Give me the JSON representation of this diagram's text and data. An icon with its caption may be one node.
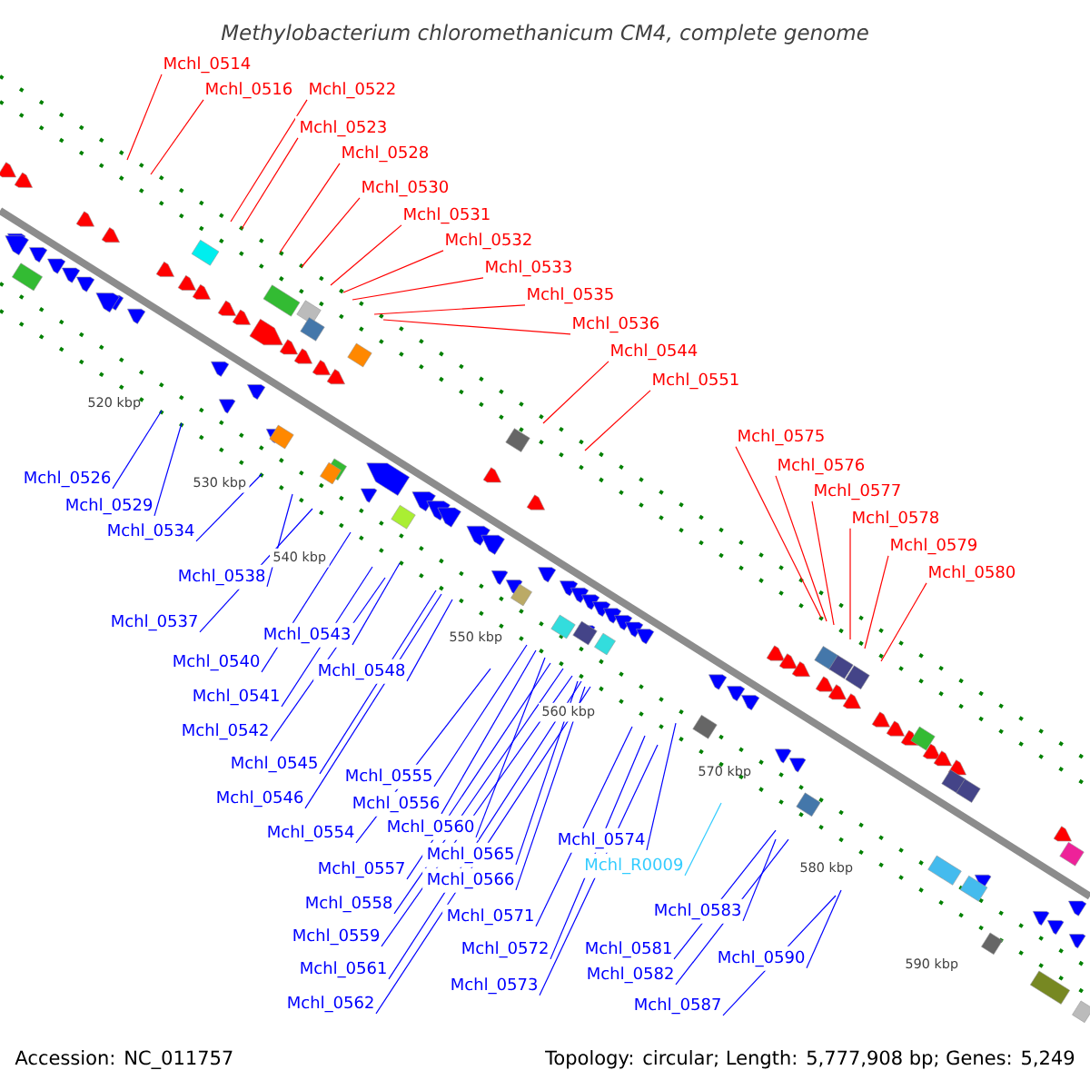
{
  "diagram": {
    "title": "*Methylobacterium chloromethanicum* CM4, complete genome",
    "nodes": [
      {
        "text": [
          "Mchl_0514"
        ]
      },
      {
        "text": [
          "Mchl_0516"
        ]
      },
      {
        "text": [
          "Mchl_0522"
        ]
      },
      {
        "text": [
          "Mchl_0523"
        ]
      },
      {
        "text": [
          "Mchl_0528"
        ]
      },
      {
        "text": [
          "Mchl_0530"
        ]
      },
      {
        "text": [
          "Mchl_0531"
        ]
      },
      {
        "text": [
          "Mchl_0532"
        ]
      },
      {
        "text": [
          "Mchl_0533"
        ]
      },
      {
        "text": [
          "Mchl_0535"
        ]
      },
      {
        "text": [
          "Mchl_0536"
        ]
      },
      {
        "text": [
          "Mchl_0544"
        ]
      },
      {
        "text": [
          "Mchl_0551"
        ]
      },
      {
        "text": [
          "Mchl_0575"
        ]
      },
      {
        "text": [
          "Mchl_0576"
        ]
      },
      {
        "text": [
          "Mchl_0577"
        ]
      },
      {
        "text": [
          "Mchl_0578"
        ]
      },
      {
        "text": [
          "Mchl_0579"
        ]
      },
      {
        "text": [
          "Mchl_0580"
        ]
      },
      {
        "text": [
          "Mchl_0526"
        ]
      },
      {
        "text": [
          "Mchl_0529"
        ]
      },
      {
        "text": [
          "Mchl_0534"
        ]
      },
      {
        "text": [
          "Mchl_0538"
        ]
      },
      {
        "text": [
          "Mchl_0537"
        ]
      },
      {
        "text": [
          "Mchl_0540"
        ]
      },
      {
        "text": [
          "Mchl_0543"
        ]
      },
      {
        "text": [
          "Mchl_0541"
        ]
      },
      {
        "text": [
          "Mchl_0548"
        ]
      },
      {
        "text": [
          "Mchl_0542"
        ]
      },
      {
        "text": [
          "Mchl_0545"
        ]
      },
      {
        "text": [
          "Mchl_0546"
        ]
      },
      {
        "text": [
          "Mchl_0555"
        ]
      },
      {
        "text": [
          "Mchl_0556"
        ]
      },
      {
        "text": [
          "Mchl_0554"
        ]
      },
      {
        "text": [
          "Mchl_0560"
        ]
      },
      {
        "text": [
          "Mchl_0557"
        ]
      },
      {
        "text": [
          "Mchl_0565"
        ]
      },
      {
        "text": [
          "Mchl_0566"
        ]
      },
      {
        "text": [
          "Mchl_0558"
        ]
      },
      {
        "text": [
          "Mchl_0571"
        ]
      },
      {
        "text": [
          "Mchl_0559"
        ]
      },
      {
        "text": [
          "Mchl_0572"
        ]
      },
      {
        "text": [
          "Mchl_0561"
        ]
      },
      {
        "text": [
          "Mchl_0573"
        ]
      },
      {
        "text": [
          "Mchl_0562"
        ]
      },
      {
        "text": [
          "Mchl_0574"
        ]
      },
      {
        "text": [
          "Mchl_R0009"
        ]
      },
      {
        "text": [
          "Mchl_0583"
        ]
      },
      {
        "text": [
          "Mchl_0581"
        ]
      },
      {
        "text": [
          "Mchl_0582"
        ]
      },
      {
        "text": [
          "Mchl_0590"
        ]
      },
      {
        "text": [
          "Mchl_0587"
        ]
      }
    ],
    "edges": [
      {
        "from": 0,
        "to": null,
        "arrow": "none",
        "color": "#ff0000"
      },
      {
        "from": 1,
        "to": null,
        "arrow": "none",
        "color": "#ff0000"
      },
      {
        "from": 2,
        "to": null,
        "arrow": "none",
        "color": "#ff0000"
      },
      {
        "from": 3,
        "to": null,
        "arrow": "none",
        "color": "#ff0000"
      },
      {
        "from": 4,
        "to": null,
        "arrow": "none",
        "color": "#ff0000"
      },
      {
        "from": 5,
        "to": null,
        "arrow": "none",
        "color": "#ff0000"
      },
      {
        "from": 6,
        "to": null,
        "arrow": "none",
        "color": "#ff0000"
      },
      {
        "from": 7,
        "to": null,
        "arrow": "none",
        "color": "#ff0000"
      },
      {
        "from": 8,
        "to": null,
        "arrow": "none",
        "color": "#ff0000"
      },
      {
        "from": 9,
        "to": null,
        "arrow": "none",
        "color": "#ff0000"
      },
      {
        "from": 10,
        "to": null,
        "arrow": "none",
        "color": "#ff0000"
      },
      {
        "from": 11,
        "to": null,
        "arrow": "none",
        "color": "#ff0000"
      },
      {
        "from": 12,
        "to": null,
        "arrow": "none",
        "color": "#ff0000"
      },
      {
        "from": 13,
        "to": null,
        "arrow": "none",
        "color": "#ff0000"
      },
      {
        "from": 14,
        "to": null,
        "arrow": "none",
        "color": "#ff0000"
      },
      {
        "from": 15,
        "to": null,
        "arrow": "none",
        "color": "#ff0000"
      },
      {
        "from": 16,
        "to": null,
        "arrow": "none",
        "color": "#ff0000"
      },
      {
        "from": 17,
        "to": null,
        "arrow": "none",
        "color": "#ff0000"
      },
      {
        "from": 18,
        "to": null,
        "arrow": "none",
        "color": "#ff0000"
      },
      {
        "from": 19,
        "to": null,
        "arrow": "none"
      },
      {
        "from": 20,
        "to": null,
        "arrow": "none"
      },
      {
        "from": 21,
        "to": null,
        "arrow": "none"
      },
      {
        "from": 22,
        "to": null,
        "arrow": "none"
      },
      {
        "from": 23,
        "to": null,
        "arrow": "none"
      },
      {
        "from": 24,
        "to": null,
        "arrow": "none"
      },
      {
        "from": 25,
        "to": null,
        "arrow": "none"
      },
      {
        "from": 26,
        "to": null,
        "arrow": "none"
      },
      {
        "from": 27,
        "to": null,
        "arrow": "none"
      },
      {
        "from": 28,
        "to": null,
        "arrow": "none"
      },
      {
        "from": 29,
        "to": null,
        "arrow": "none"
      },
      {
        "from": 30,
        "to": null,
        "arrow": "none"
      },
      {
        "from": 31,
        "to": null,
        "arrow": "none"
      },
      {
        "from": 32,
        "to": null,
        "arrow": "none"
      },
      {
        "from": 33,
        "to": null,
        "arrow": "none"
      },
      {
        "from": 34,
        "to": null,
        "arrow": "none"
      },
      {
        "from": 35,
        "to": null,
        "arrow": "none"
      },
      {
        "from": 36,
        "to": null,
        "arrow": "none"
      },
      {
        "from": 37,
        "to": null,
        "arrow": "none"
      },
      {
        "from": 38,
        "to": null,
        "arrow": "none"
      },
      {
        "from": 39,
        "to": null,
        "arrow": "none"
      },
      {
        "from": 40,
        "to": null,
        "arrow": "none"
      },
      {
        "from": 41,
        "to": null,
        "arrow": "none"
      },
      {
        "from": 42,
        "to": null,
        "arrow": "none"
      },
      {
        "from": 43,
        "to": null,
        "arrow": "none"
      },
      {
        "from": 44,
        "to": null,
        "arrow": "none"
      },
      {
        "from": 45,
        "to": null,
        "arrow": "none"
      },
      {
        "from": 46,
        "to": null,
        "arrow": "none",
        "color": "#33ccff"
      },
      {
        "from": 47,
        "to": null,
        "arrow": "none"
      },
      {
        "from": 48,
        "to": null,
        "arrow": "none"
      },
      {
        "from": 49,
        "to": null,
        "arrow": "none"
      },
      {
        "from": 50,
        "to": null,
        "arrow": "none"
      },
      {
        "from": 51,
        "to": null,
        "arrow": "none"
      }
    ],
    "labels": [
      "520 kbp",
      "530 kbp",
      "540 kbp",
      "550 kbp",
      "560 kbp",
      "570 kbp",
      "580 kbp",
      "590 kbp",
      "Accession: NC_011757",
      "Topology: circular; Length: 5,777,908 bp; Genes: 5,249"
    ]
  }
}
